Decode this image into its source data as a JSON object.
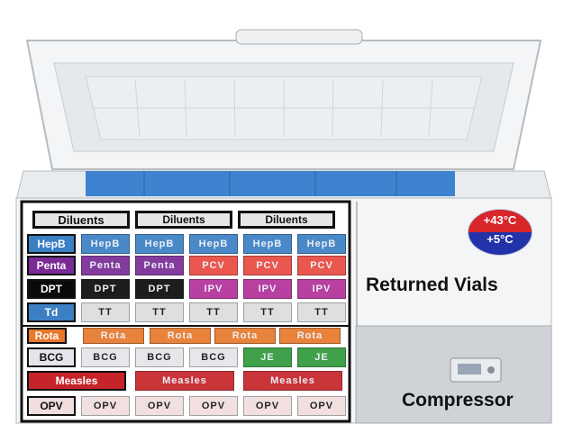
{
  "temperature_badge": {
    "max": "+43°C",
    "min": "+5°C"
  },
  "sections": {
    "returned": "Returned Vials",
    "compressor": "Compressor"
  },
  "rows": [
    [
      "Diluents",
      "Diluents",
      "Diluents"
    ],
    [
      "HepB",
      "HepB",
      "HepB",
      "HepB",
      "HepB",
      "HepB"
    ],
    [
      "Penta",
      "Penta",
      "Penta",
      "PCV",
      "PCV",
      "PCV"
    ],
    [
      "DPT",
      "DPT",
      "DPT",
      "IPV",
      "IPV",
      "IPV"
    ],
    [
      "Td",
      "TT",
      "TT",
      "TT",
      "TT",
      "TT"
    ],
    [
      "Rota",
      "Rota",
      "Rota",
      "Rota",
      "Rota"
    ],
    [
      "BCG",
      "BCG",
      "BCG",
      "BCG",
      "JE",
      "JE"
    ],
    [
      "Measles",
      "Measles",
      "Measles"
    ],
    [
      "OPV",
      "OPV",
      "OPV",
      "OPV",
      "OPV",
      "OPV"
    ]
  ],
  "colors": {
    "diluents": "#e6e6e6",
    "hepb": "#3b7fc4",
    "penta": "#7a2b96",
    "pcv": "#e8493f",
    "dpt": "#0a0a0a",
    "ipv": "#b3309a",
    "td": "#3b7fc4",
    "rota": "#e8782a",
    "bcg": "#e4e4ea",
    "je": "#2f9a3a",
    "measles": "#c6242a",
    "opv": "#f1dede",
    "freezer_blue": "#3d83d0"
  }
}
